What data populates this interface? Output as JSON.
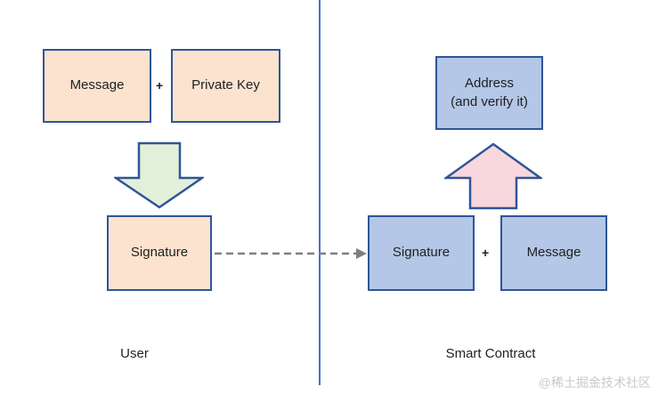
{
  "diagram": {
    "left": {
      "input_box1": "Message",
      "plus": "+",
      "input_box2": "Private Key",
      "result_box": "Signature",
      "section_label": "User"
    },
    "right": {
      "result_line1": "Address",
      "result_line2": "(and verify it)",
      "input_box1": "Signature",
      "plus": "+",
      "input_box2": "Message",
      "section_label": "Smart Contract"
    },
    "icons": {
      "down_arrow": "down-block-arrow",
      "up_arrow": "up-block-arrow",
      "dashed_arrow": "dashed-right-arrow"
    },
    "watermark": "@稀土掘金技术社区"
  },
  "colors": {
    "peach": "#FBE3CF",
    "blue-fill": "#B4C7E7",
    "green-fill": "#E3F0D9",
    "pink-fill": "#F8D7DD",
    "border-blue": "#2F5597",
    "divider-blue": "#4472C4",
    "dash-gray": "#7F7F7F",
    "text": "#1f1f1f",
    "watermark": "#c9c9c9"
  }
}
